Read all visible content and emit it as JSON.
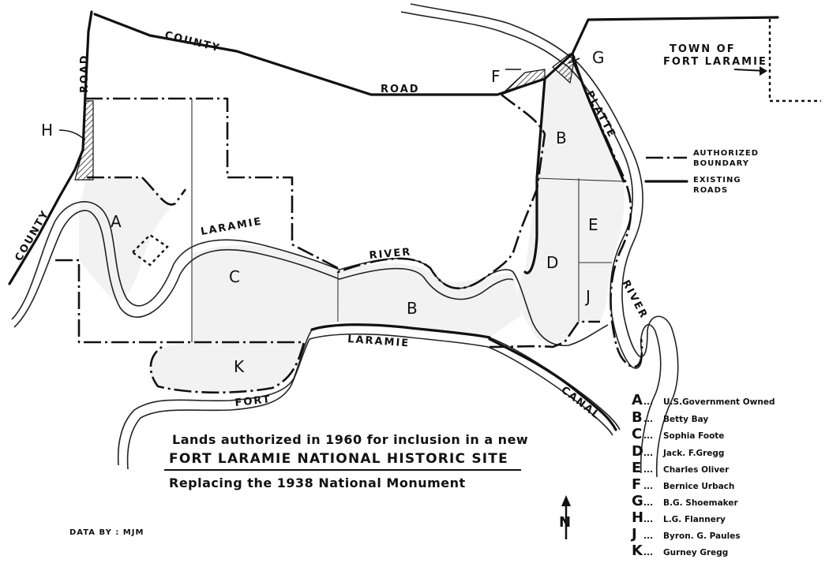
{
  "map_labels": {
    "county_road_top_1": "COUNTY",
    "county_road_top_2": "ROAD",
    "road_vertical": "ROAD",
    "county_left": "COUNTY",
    "laramie_river_1": "LARAMIE",
    "laramie_river_2": "RIVER",
    "laramie_canal": "LARAMIE",
    "fort": "FORT",
    "canal": "CANAL",
    "platte": "PLATTE",
    "platte_river": "RIVER",
    "town_line1": "TOWN OF",
    "town_line2": "FORT LARAMIE"
  },
  "parcels": {
    "A": "A",
    "B1": "B",
    "B2": "B",
    "C": "C",
    "D": "D",
    "E": "E",
    "F": "F",
    "G": "G",
    "H": "H",
    "J": "J",
    "K": "K"
  },
  "boundary_legend": {
    "authorized_1": "AUTHORIZED",
    "authorized_2": "BOUNDARY",
    "roads_1": "EXISTING",
    "roads_2": "ROADS"
  },
  "title": {
    "line1": "Lands authorized in 1960 for inclusion in a new",
    "line2": "FORT LARAMIE NATIONAL HISTORIC SITE",
    "line3": "Replacing the 1938 National Monument"
  },
  "owners": [
    {
      "key": "A",
      "dots": "...",
      "name": "U.S.Government Owned"
    },
    {
      "key": "B",
      "dots": "...",
      "name": "Betty Bay"
    },
    {
      "key": "C",
      "dots": "...",
      "name": "Sophia Foote"
    },
    {
      "key": "D",
      "dots": "...",
      "name": "Jack. F.Gregg"
    },
    {
      "key": "E",
      "dots": "...",
      "name": "Charles Oliver"
    },
    {
      "key": "F",
      "dots": "...",
      "name": "Bernice Urbach"
    },
    {
      "key": "G",
      "dots": "...",
      "name": "B.G. Shoemaker"
    },
    {
      "key": "H",
      "dots": "...",
      "name": "L.G. Flannery"
    },
    {
      "key": "J",
      "dots": "...",
      "name": "Byron. G. Paules"
    },
    {
      "key": "K",
      "dots": "...",
      "name": "Gurney Gregg"
    }
  ],
  "north": "N",
  "credit": "DATA BY : MJM"
}
